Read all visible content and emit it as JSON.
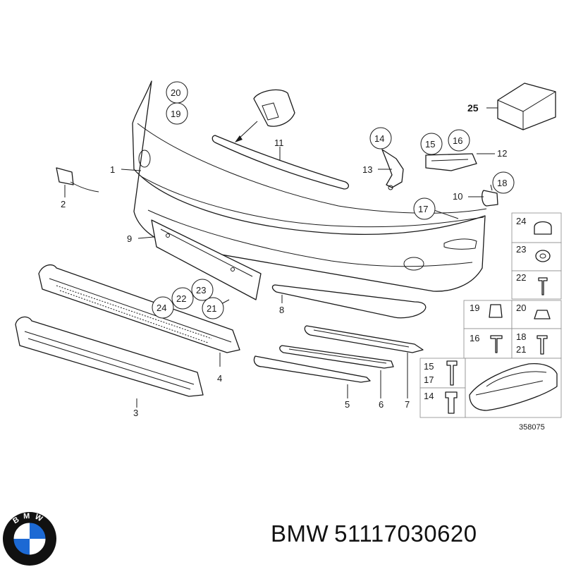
{
  "diagram": {
    "drawing_code": "358075",
    "callouts": {
      "c1": "1",
      "c2": "2",
      "c3": "3",
      "c4": "4",
      "c5": "5",
      "c6": "6",
      "c7": "7",
      "c8": "8",
      "c9": "9",
      "c10": "10",
      "c11": "11",
      "c12": "12",
      "c13": "13",
      "c14": "14",
      "c15": "15",
      "c16": "16",
      "c17": "17",
      "c18": "18",
      "c19": "19",
      "c20": "20",
      "c21": "21",
      "c22": "22",
      "c23": "23",
      "c24": "24",
      "c25": "25"
    },
    "legend": {
      "l24": "24",
      "l23": "23",
      "l22": "22",
      "l19": "19",
      "l20": "20",
      "l16": "16",
      "l18": "18",
      "l21": "21",
      "l15": "15",
      "l17": "17",
      "l14": "14"
    }
  },
  "footer": {
    "brand": "BMW",
    "part_number": "51117030620",
    "logo_letters": [
      "B",
      "M",
      "W"
    ],
    "logo_colors": {
      "blue": "#1c69d4",
      "white": "#ffffff",
      "ring": "#111111"
    }
  }
}
